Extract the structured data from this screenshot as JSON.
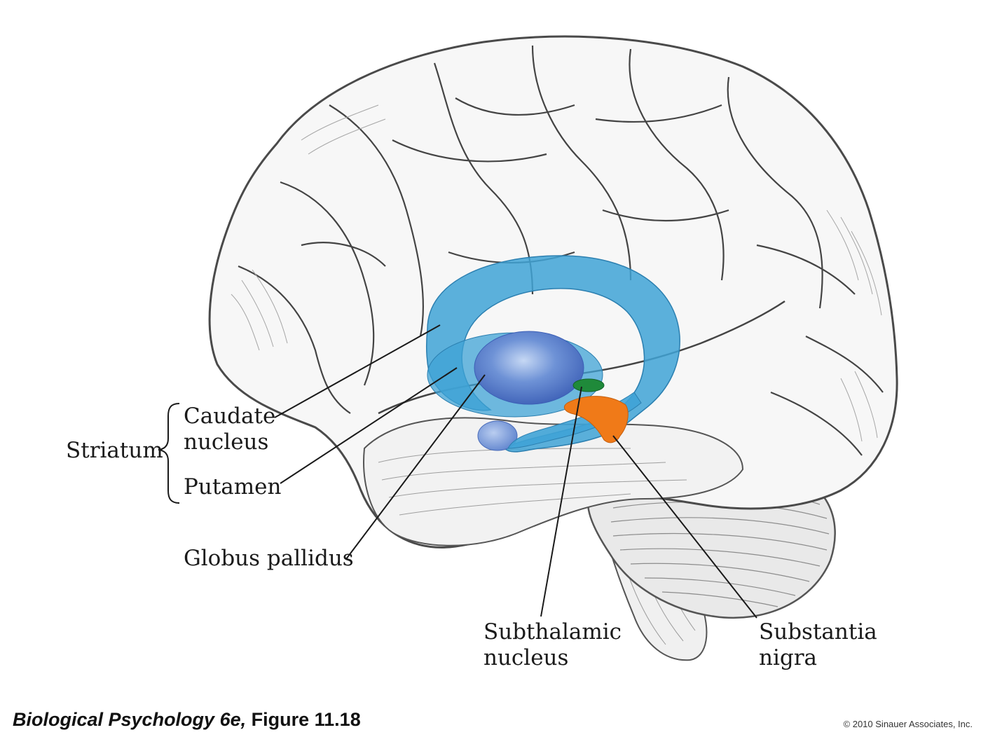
{
  "labels": {
    "striatum": "Striatum",
    "caudate_line1": "Caudate",
    "caudate_line2": "nucleus",
    "putamen": "Putamen",
    "globus_pallidus": "Globus pallidus",
    "subthalamic_line1": "Subthalamic",
    "subthalamic_line2": "nucleus",
    "substantia_line1": "Substantia",
    "substantia_line2": "nigra"
  },
  "caption": {
    "title": "Biological Psychology 6e,",
    "figure": "Figure 11.18"
  },
  "copyright": "© 2010 Sinauer Associates, Inc.",
  "colors": {
    "caudate": "#3fa3d6",
    "globus_pallidus": "#4f74c8",
    "subthalamic": "#1f8a3a",
    "substantia_nigra": "#f07a18",
    "outline": "#555555"
  }
}
